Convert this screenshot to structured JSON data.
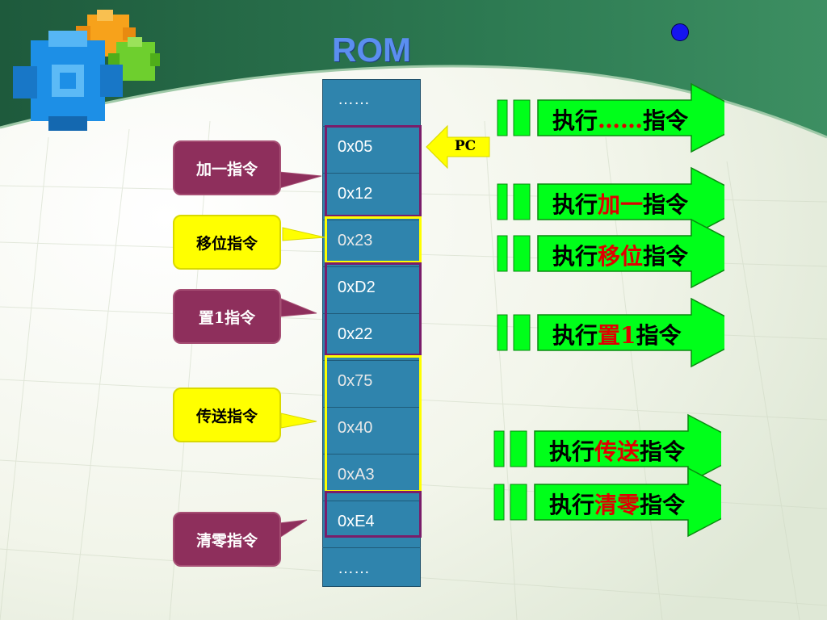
{
  "title": "ROM",
  "rom": {
    "cells": [
      {
        "value": "……",
        "color": "#ffffff"
      },
      {
        "value": "0x05",
        "color": "#ffffff"
      },
      {
        "value": "0x12",
        "color": "#ffffff"
      },
      {
        "value": "0x23",
        "color": "#e8e8e8"
      },
      {
        "value": "0xD2",
        "color": "#ffffff"
      },
      {
        "value": "0x22",
        "color": "#ffffff"
      },
      {
        "value": "0x75",
        "color": "#e8e8e8"
      },
      {
        "value": "0x40",
        "color": "#e8e8e8"
      },
      {
        "value": "0xA3",
        "color": "#e8e8e8"
      },
      {
        "value": "0xE4",
        "color": "#ffffff"
      },
      {
        "value": "……",
        "color": "#ffffff"
      }
    ]
  },
  "pointer": {
    "label": "PC"
  },
  "callouts": [
    {
      "text": "加一指令",
      "color": "#8e2f5c"
    },
    {
      "text": "移位指令",
      "color": "#ffff00"
    },
    {
      "text": "置1指令",
      "color": "#8e2f5c"
    },
    {
      "text": "传送指令",
      "color": "#ffff00"
    },
    {
      "text": "清零指令",
      "color": "#8e2f5c"
    }
  ],
  "arrows": [
    {
      "prefix": "执行",
      "highlight": "……",
      "suffix": "指令"
    },
    {
      "prefix": "执行",
      "highlight": "加一",
      "suffix": "指令"
    },
    {
      "prefix": "执行",
      "highlight": "移位",
      "suffix": "指令"
    },
    {
      "prefix": "执行",
      "highlight": "置1",
      "suffix": "指令"
    },
    {
      "prefix": "执行",
      "highlight": "传送",
      "suffix": "指令"
    },
    {
      "prefix": "执行",
      "highlight": "清零",
      "suffix": "指令"
    }
  ],
  "colors": {
    "rom_cell": "#2f84ad",
    "highlight_purple": "#7a1d6a",
    "highlight_yellow": "#ffff00",
    "arrow_green": "#00ff1a",
    "emphasis_red": "#e00000",
    "title_blue": "#5b8ef0",
    "header_green": "#2d7a52"
  }
}
